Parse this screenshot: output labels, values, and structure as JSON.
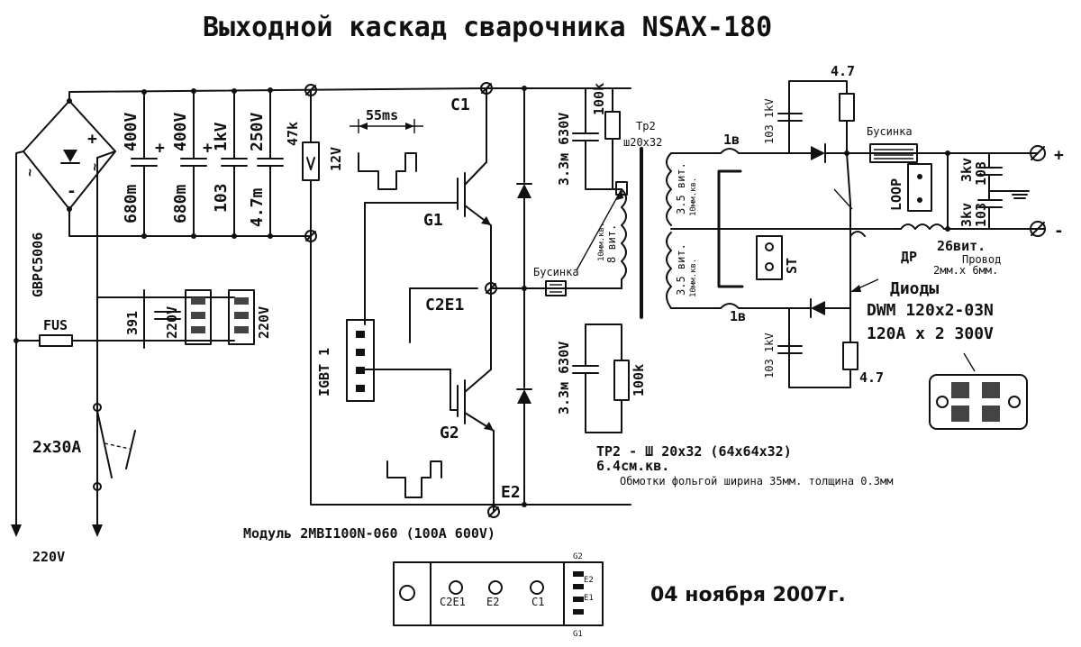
{
  "title": "Выходной каскад сварочника NSAX-180",
  "date": "04 ноября 2007г.",
  "bridge": {
    "part": "GBPC5006",
    "plus": "+",
    "minus": "-",
    "ac": "~"
  },
  "input": {
    "fuse": "FUS",
    "switch": "2x30A",
    "mains": "220V",
    "resistor": "391",
    "cap_voltage": "220V",
    "lamp_voltage": "220V"
  },
  "caps": [
    {
      "value": "680m",
      "voltage": "400V",
      "plus": "+"
    },
    {
      "value": "680m",
      "voltage": "400V",
      "plus": "+"
    },
    {
      "value": "103",
      "voltage": "1kV"
    },
    {
      "value": "4.7m",
      "voltage": "250V"
    }
  ],
  "bleed_resistor": "47k",
  "igbt": {
    "label": "IGBT 1",
    "c1": "C1",
    "c2e1": "C2E1",
    "e2": "E2",
    "g1": "G1",
    "g2": "G2",
    "pulse_time": "55ms",
    "pulse_amp": "12V",
    "module": "Модуль 2MBI100N-060 (100A 600V)"
  },
  "snubber": {
    "top_cap": "3.3м 630V",
    "top_res": "100k",
    "bottom_cap": "3.3м 630V",
    "bottom_res": "100k"
  },
  "bead_left": "Бусинка",
  "transformer": {
    "name": "Тр2",
    "core": "ш20х32",
    "primary": [
      "10мм.кв.",
      "8 вит."
    ],
    "sec_top": [
      "3.5 вит.",
      "10мм.кв."
    ],
    "sec_bottom": [
      "3.5 вит.",
      "10мм.кв."
    ],
    "lead_top": "1в",
    "lead_bottom": "1в",
    "core_note": "ТР2 - Ш 20х32 (64х64х32)",
    "area": "6.4см.кв.",
    "winding_note": "Обмотки фольгой ширина 35мм. толщина 0.3мм"
  },
  "output": {
    "snub_top_cap": "103 1kV",
    "snub_top_res": "4.7",
    "snub_bottom_cap": "103 1kV",
    "snub_bottom_res": "4.7",
    "bead": "Бусинка",
    "loop": "LOOP",
    "thermal": "ST",
    "choke": "ДР",
    "choke_turns": "26вит.",
    "choke_wire": [
      "Провод",
      "2мм.х 6мм."
    ],
    "cap_top": [
      "3kv",
      "103"
    ],
    "cap_bottom": [
      "3kv",
      "103"
    ],
    "plus": "+",
    "minus": "-"
  },
  "diodes": {
    "title": "Диоды",
    "part": "DWM 120x2-03N",
    "rating": "120A x 2 300V"
  },
  "module_pins": {
    "c2e1": "C2E1",
    "e2": "E2",
    "c1": "C1",
    "g2": "G2",
    "e2_small": "E2",
    "e1": "E1",
    "g1": "G1"
  }
}
